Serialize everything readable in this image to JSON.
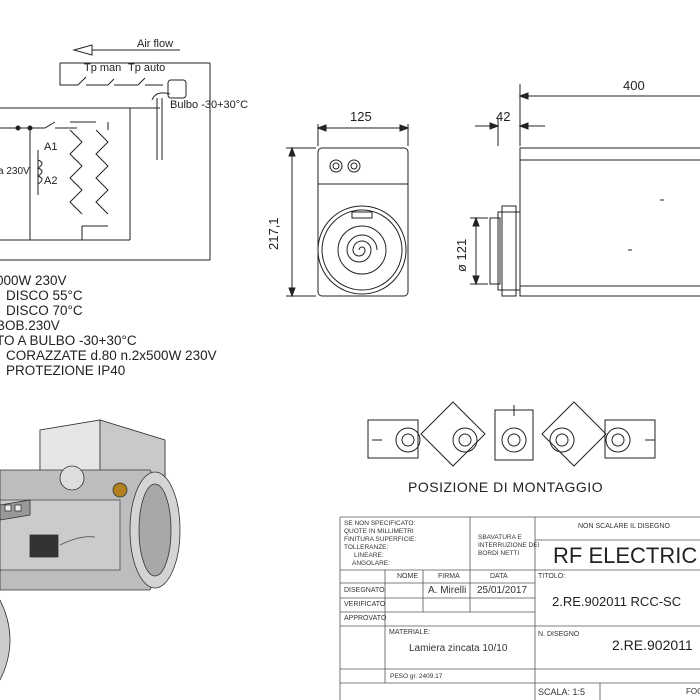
{
  "schematic": {
    "air_flow": "Air flow",
    "tp_man": "Tp man",
    "tp_auto": "Tp auto",
    "bulbo": "Bulbo -30+30°C",
    "a1": "A1",
    "a2": "A2",
    "supply": "a 230V"
  },
  "specs": [
    "000W 230V",
    "DISCO 55°C",
    "DISCO 70°C",
    "BOB.230V",
    "TO A BULBO -30+30°C",
    "CORAZZATE d.80 n.2x500W 230V",
    "PROTEZIONE IP40"
  ],
  "dimensions": {
    "front_width": "125",
    "front_height": "217,1",
    "side_length": "400",
    "side_flange": "42",
    "diameter": "ø 121"
  },
  "mounting_label": "POSIZIONE DI MONTAGGIO",
  "title_block": {
    "general_notes": [
      "SE NON SPECIFICATO:",
      "QUOTE IN MILLIMETRI",
      "FINITURA SUPERFICIE:",
      "TOLLERANZE:",
      "LINEARE:",
      "ANGOLARE:"
    ],
    "finish_notes": [
      "SBAVATURA E",
      "INTERRUZIONE DEI",
      "BORDI NETTI"
    ],
    "no_scale": "NON SCALARE IL DISEGNO",
    "company": "RF ELECTRIC S",
    "col_nome": "NOME",
    "col_firma": "FIRMA",
    "col_data": "DATA",
    "row_disegnato": "DISEGNATO",
    "row_verificato": "VERIFICATO",
    "row_approvato": "APPROVATO",
    "designer": "A. Mirelli",
    "date": "25/01/2017",
    "titolo_label": "TITOLO:",
    "title_value": "2.RE.902011 RCC-SC",
    "materiale_label": "MATERIALE:",
    "material_value": "Lamiera zincata 10/10",
    "n_disegno_label": "N. DISEGNO",
    "drawing_number": "2.RE.902011",
    "peso": "PESO gr. 2409.17",
    "scala": "SCALA: 1:5",
    "foglio": "FOG"
  }
}
